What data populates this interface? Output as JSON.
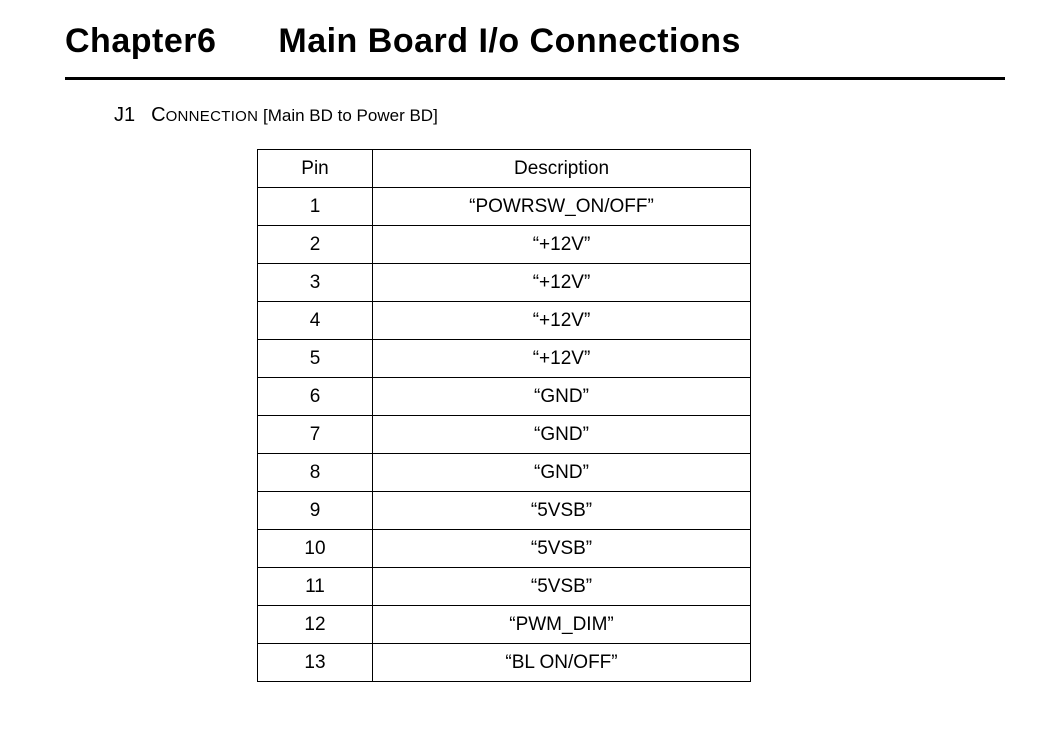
{
  "header": {
    "chapter": "Chapter6",
    "title": "Main Board I/o Connections"
  },
  "section": {
    "id": "J1",
    "name_first_letter": "C",
    "name_rest": "ONNECTION",
    "suffix": "[Main BD to Power BD]"
  },
  "table": {
    "headers": {
      "pin": "Pin",
      "description": "Description"
    },
    "rows": [
      {
        "pin": "1",
        "description": "“POWRSW_ON/OFF”"
      },
      {
        "pin": "2",
        "description": "“+12V”"
      },
      {
        "pin": "3",
        "description": "“+12V”"
      },
      {
        "pin": "4",
        "description": "“+12V”"
      },
      {
        "pin": "5",
        "description": "“+12V”"
      },
      {
        "pin": "6",
        "description": "“GND”"
      },
      {
        "pin": "7",
        "description": "“GND”"
      },
      {
        "pin": "8",
        "description": "“GND”"
      },
      {
        "pin": "9",
        "description": "“5VSB”"
      },
      {
        "pin": "10",
        "description": "“5VSB”"
      },
      {
        "pin": "11",
        "description": "“5VSB”"
      },
      {
        "pin": "12",
        "description": "“PWM_DIM”"
      },
      {
        "pin": "13",
        "description": "“BL ON/OFF”"
      }
    ]
  }
}
